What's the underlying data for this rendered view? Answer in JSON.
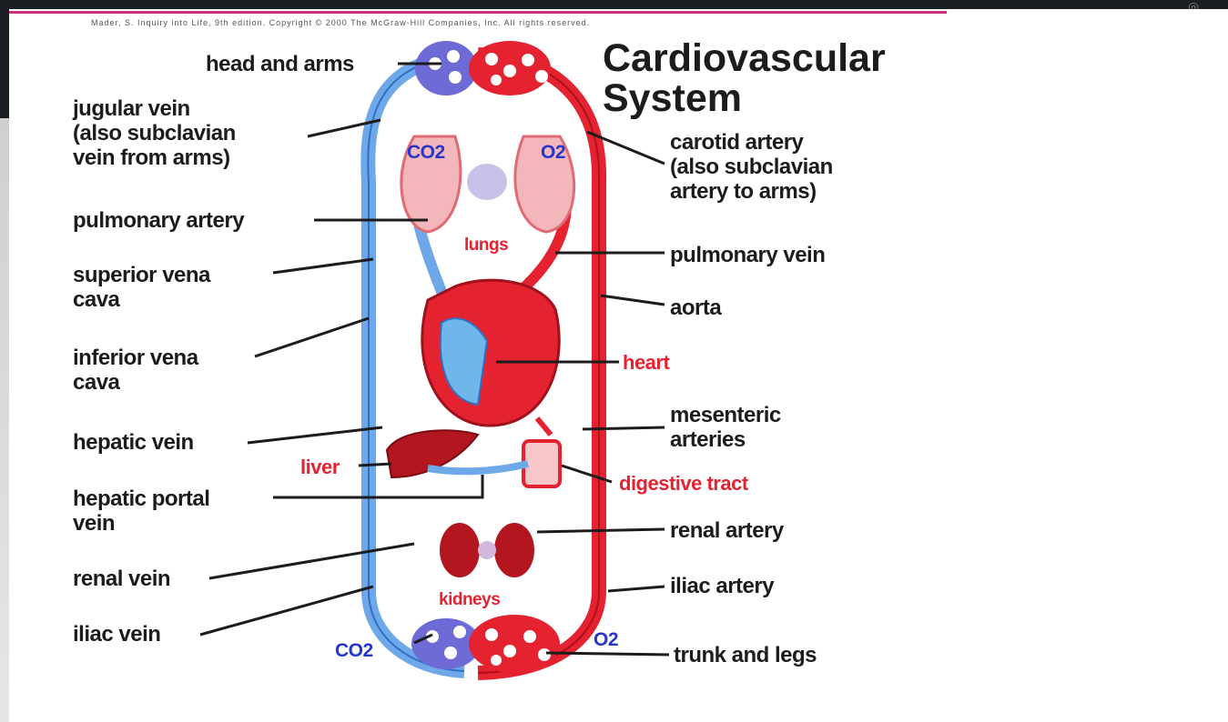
{
  "credit": "Mader, S. Inquiry into Life, 9th edition. Copyright © 2000 The McGraw-Hill Companies, Inc. All rights reserved.",
  "title": "Cardiovascular System",
  "title_line1": "Cardiovascular",
  "title_line2": "System",
  "labels": {
    "head_and_arms": "head and arms",
    "jugular_vein": "jugular vein\n(also subclavian\nvein from arms)",
    "pulmonary_artery": "pulmonary artery",
    "superior_vena_cava": "superior vena\ncava",
    "inferior_vena_cava": "inferior vena\ncava",
    "hepatic_vein": "hepatic vein",
    "liver": "liver",
    "hepatic_portal_vein": "hepatic portal\nvein",
    "renal_vein": "renal vein",
    "iliac_vein": "iliac vein",
    "co2_top": "CO2",
    "o2_top": "O2",
    "co2_bottom": "CO2",
    "o2_bottom": "O2",
    "lungs": "lungs",
    "kidneys": "kidneys",
    "carotid_artery": "carotid artery\n(also subclavian\nartery to arms)",
    "pulmonary_vein": "pulmonary vein",
    "aorta": "aorta",
    "heart": "heart",
    "mesenteric_arteries": "mesenteric\narteries",
    "digestive_tract": "digestive tract",
    "renal_artery": "renal artery",
    "iliac_artery": "iliac artery",
    "trunk_and_legs": "trunk and legs"
  },
  "colors": {
    "oxygenated": "#e52230",
    "deoxygenated": "#6fa8e8",
    "label_red": "#e52230",
    "label_blue": "#2536c9"
  }
}
